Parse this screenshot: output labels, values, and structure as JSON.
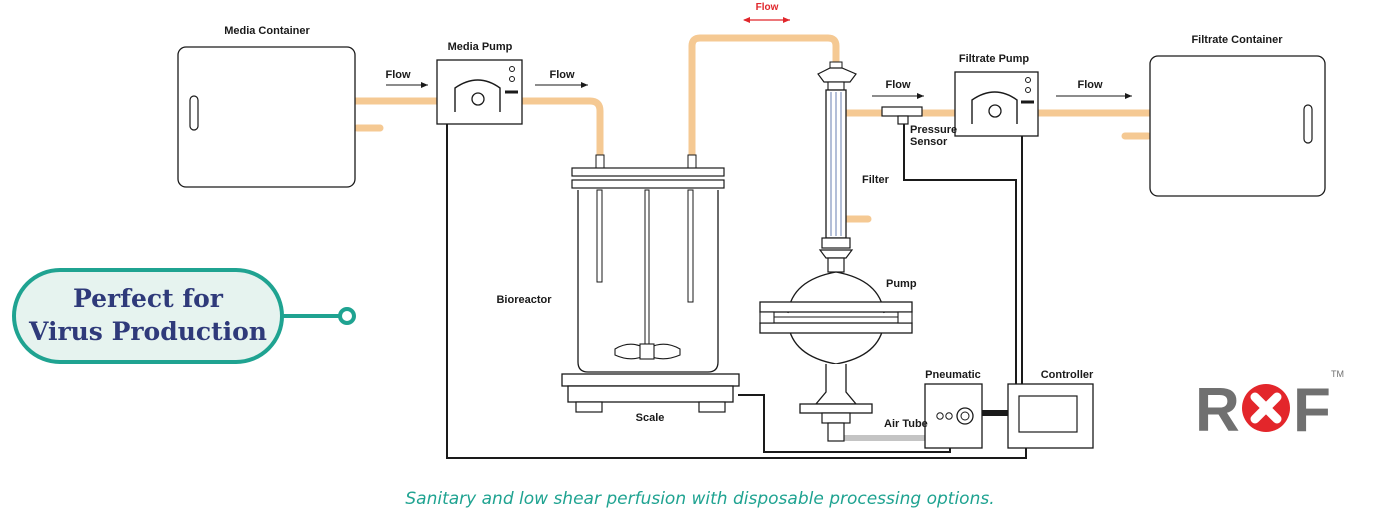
{
  "labels": {
    "media_container": "Media Container",
    "media_pump": "Media Pump",
    "flow_1": "Flow",
    "flow_2": "Flow",
    "flow_top": "Flow",
    "flow_3": "Flow",
    "flow_4": "Flow",
    "filtrate_pump": "Filtrate Pump",
    "filtrate_container": "Filtrate Container",
    "pressure": "Pressure",
    "sensor": "Sensor",
    "filter": "Filter",
    "bioreactor": "Bioreactor",
    "pump": "Pump",
    "pneumatic": "Pneumatic",
    "controller": "Controller",
    "air_tube": "Air Tube",
    "scale": "Scale"
  },
  "badge": {
    "line1": "Perfect for",
    "line2": "Virus Production"
  },
  "caption": "Sanitary and low shear perfusion with disposable processing options.",
  "logo": {
    "left": "R",
    "right": "F",
    "tm": "TM"
  },
  "colors": {
    "tube": "#f5c993",
    "flow_top_arrow": "#e0262b",
    "badge_border": "#1fa391",
    "badge_fill": "#e6f3ef",
    "badge_text": "#2f3a7a",
    "caption": "#1fa391",
    "logo_gray": "#707070",
    "logo_red": "#e3262b"
  }
}
